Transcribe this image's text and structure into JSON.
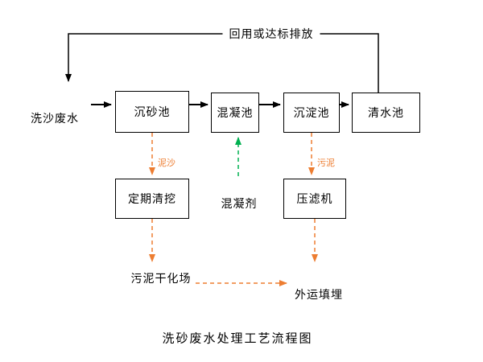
{
  "title": "洗砂废水处理工艺流程图",
  "colors": {
    "flow": "#000000",
    "sludge": "#ED7D31",
    "coagulant": "#00B050"
  },
  "feedback_label": "回用或达标排放",
  "input_label": "洗沙废水",
  "boxes": {
    "grit_chamber": "沉砂池",
    "coagulation_tank": "混凝池",
    "sedimentation_tank": "沉淀池",
    "clear_water_tank": "清水池",
    "periodic_dredging": "定期清挖",
    "filter_press": "压滤机"
  },
  "flow_labels": {
    "sediment": "泥沙",
    "sludge": "污泥",
    "coagulant": "混凝剂",
    "sludge_drying_field": "污泥干化场",
    "outbound_landfill": "外运填埋"
  }
}
